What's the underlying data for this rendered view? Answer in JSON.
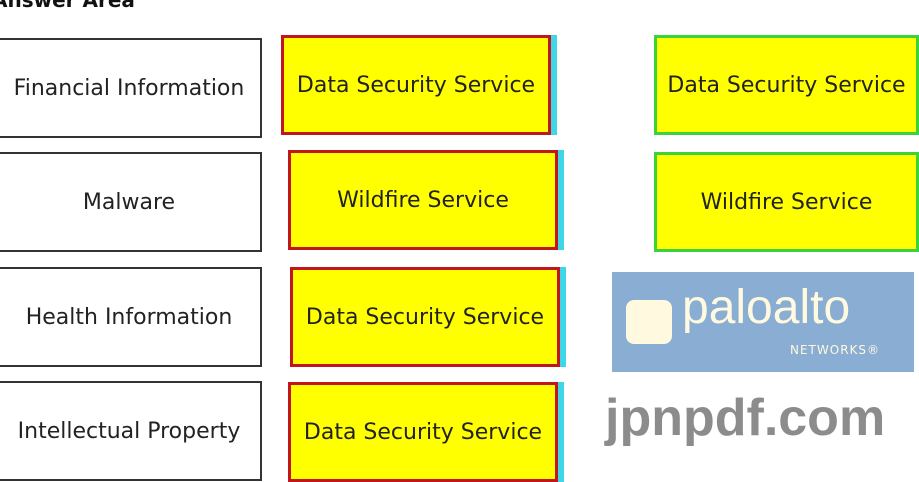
{
  "title": "Answer Area",
  "rows": [
    {
      "label": "Financial Information",
      "answer": "Data Security Service"
    },
    {
      "label": "Malware",
      "answer": "Wildfire Service"
    },
    {
      "label": "Health Information",
      "answer": "Data Security Service"
    },
    {
      "label": "Intellectual Property",
      "answer": "Data Security Service"
    }
  ],
  "options": [
    "Data Security Service",
    "Wildfire Service"
  ],
  "watermark": "jpnpdf.com",
  "logo": {
    "brand": "paloalto",
    "sub": "NETWORKS®"
  }
}
